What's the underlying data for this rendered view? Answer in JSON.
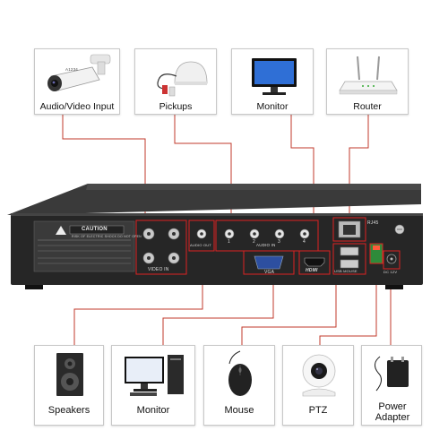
{
  "top_devices": [
    {
      "label": "Audio/Video Input",
      "icon": "security-camera-icon",
      "camera_brand": "A1234"
    },
    {
      "label": "Pickups",
      "icon": "microphone-pickup-icon"
    },
    {
      "label": "Monitor",
      "icon": "lcd-monitor-icon"
    },
    {
      "label": "Router",
      "icon": "wifi-router-icon"
    }
  ],
  "bottom_devices": [
    {
      "label": "Speakers",
      "icon": "speaker-icon"
    },
    {
      "label": "Monitor",
      "icon": "desktop-computer-icon"
    },
    {
      "label": "Mouse",
      "icon": "mouse-icon"
    },
    {
      "label": "PTZ",
      "icon": "ptz-camera-icon"
    },
    {
      "label": "Power Adapter",
      "icon": "power-adapter-icon"
    }
  ],
  "dvr_panel": {
    "caution_title": "CAUTION",
    "caution_subtitle": "RISK OF ELECTRIC SHOCK DO NOT OPEN",
    "video_in_label": "VIDEO IN",
    "audio_out_label": "AUDIO OUT",
    "audio_in_label": "AUDIO IN",
    "vga_label": "VGA",
    "hdmi_label": "HDMI",
    "usb_label": "USB MOUSE",
    "rj45_label": "RJ45",
    "dc_label": "DC 12V",
    "port_numbers": [
      "1",
      "2",
      "3",
      "4"
    ]
  },
  "colors": {
    "wire": "#c0392b",
    "chassis": "#2b2b2b",
    "chassis_top": "#3a3a3a",
    "card_border": "#c8c8c8"
  }
}
